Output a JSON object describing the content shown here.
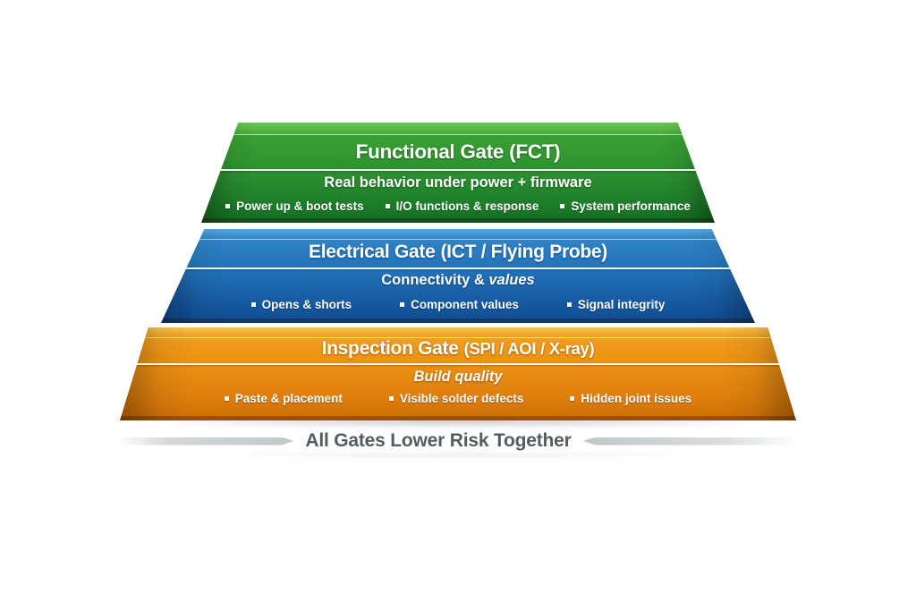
{
  "diagram": {
    "caption": "All Gates Lower Risk Together",
    "palette": {
      "green": "#2f9430",
      "blue": "#2373bb",
      "orange": "#ea8d12",
      "caption_text": "#535c60",
      "arrow_line": "#c3cacd",
      "tier_text": "#ffffff",
      "background": "#ffffff"
    },
    "tiers": [
      {
        "id": "functional-gate",
        "title_main": "Functional Gate",
        "title_paren": "(FCT)",
        "subtitle_plain": "Real behavior under power + firmware",
        "subtitle_italic": "",
        "bullets": [
          "Power up & boot tests",
          "I/O functions & response",
          "System performance"
        ],
        "color": "#2f9430"
      },
      {
        "id": "electrical-gate",
        "title_main": "Electrical Gate",
        "title_paren": "(ICT / Flying Probe)",
        "subtitle_plain": "Connectivity & ",
        "subtitle_italic": "values",
        "bullets": [
          "Opens & shorts",
          "Component values",
          "Signal integrity"
        ],
        "color": "#2373bb"
      },
      {
        "id": "inspection-gate",
        "title_main": "Inspection Gate",
        "title_paren": "(SPI / AOI / X-ray)",
        "subtitle_plain": "",
        "subtitle_italic": "Build quality",
        "bullets": [
          "Paste & placement",
          "Visible solder defects",
          "Hidden joint issues"
        ],
        "color": "#ea8d12"
      }
    ]
  }
}
